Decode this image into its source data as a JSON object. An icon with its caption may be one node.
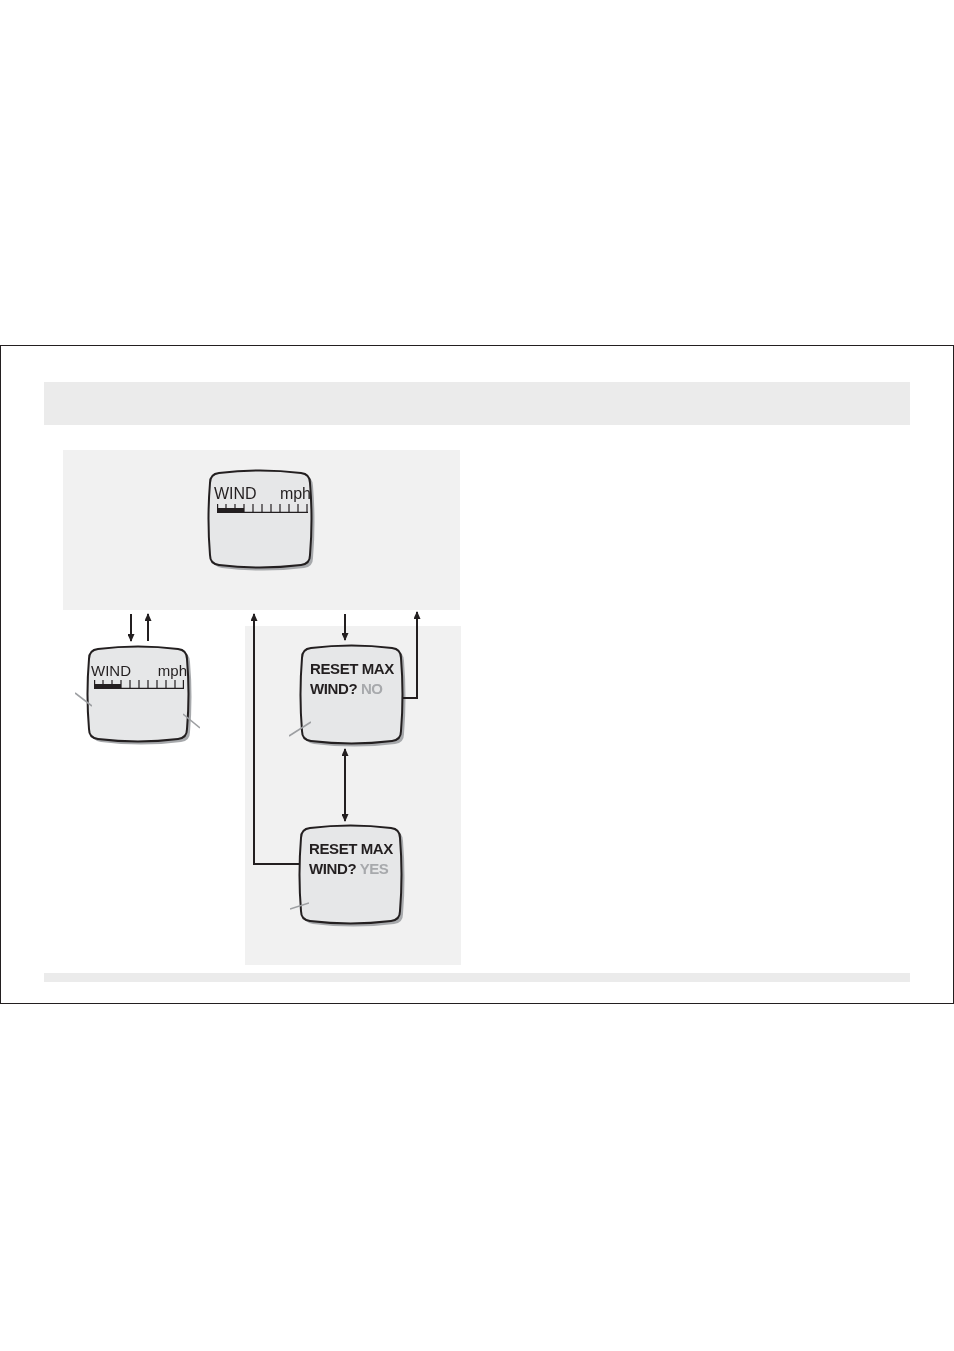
{
  "diagram": {
    "nodes": [
      {
        "text": [],
        "shape": "box"
      },
      {
        "text": [
          "WIND",
          "mph"
        ],
        "in": 0
      },
      {
        "text": [
          "WIND",
          "mph"
        ]
      },
      {
        "text": [],
        "shape": "box"
      },
      {
        "text": [
          "RESET MAX WIND?",
          "NO"
        ],
        "in": 3
      },
      {
        "text": [
          "RESET MAX WIND?",
          "YES"
        ],
        "in": 3
      }
    ],
    "edges": [
      {
        "from": 0,
        "to": 2,
        "arrow": "to"
      },
      {
        "from": 2,
        "to": 0,
        "arrow": "to"
      },
      {
        "from": 0,
        "to": 4,
        "arrow": "to"
      },
      {
        "from": 4,
        "to": 0,
        "arrow": "to"
      },
      {
        "from": 4,
        "to": 5,
        "arrow": "both"
      },
      {
        "from": 5,
        "to": 0,
        "arrow": "to"
      }
    ]
  }
}
